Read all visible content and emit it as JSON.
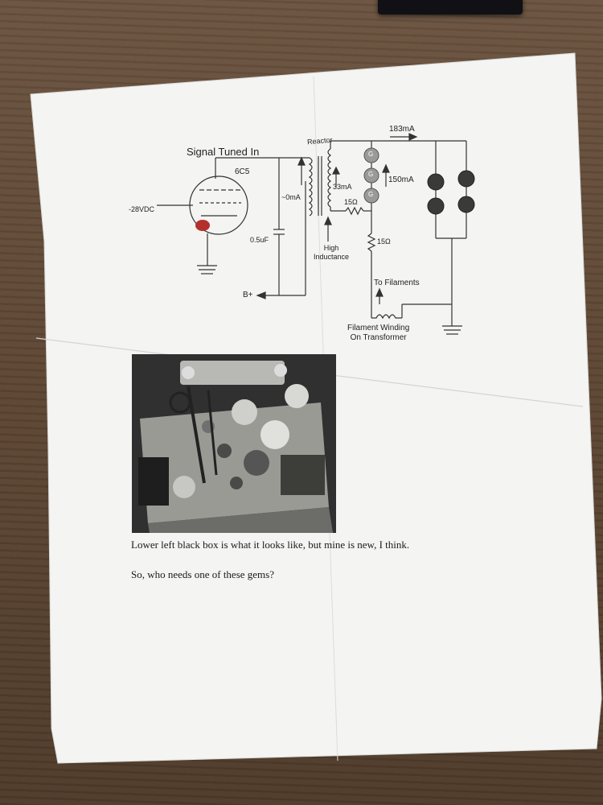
{
  "schematic": {
    "signal_label": "Signal Tuned In",
    "tube_label": "6C5",
    "bias_label": "-28VDC",
    "reactor_label": "Reactor",
    "current_top": "183mA",
    "current_side": "150mA",
    "current_reactor": "33mA",
    "current_zero": "~0mA",
    "resistor_1": "15Ω",
    "resistor_2": "15Ω",
    "capacitor_label": "0.5uF",
    "high_inductance": [
      "High",
      "Inductance"
    ],
    "bplus_label": "B+",
    "to_filaments": "To Filaments",
    "filament_winding": [
      "Filament Winding",
      "On Transformer"
    ],
    "bulb_letter": "G"
  },
  "photo": {
    "description_icon": "chassis-photo"
  },
  "text": {
    "line1": "Lower left black box is what it looks like, but mine is new, I think.",
    "line2": "So, who needs one of these gems?"
  }
}
